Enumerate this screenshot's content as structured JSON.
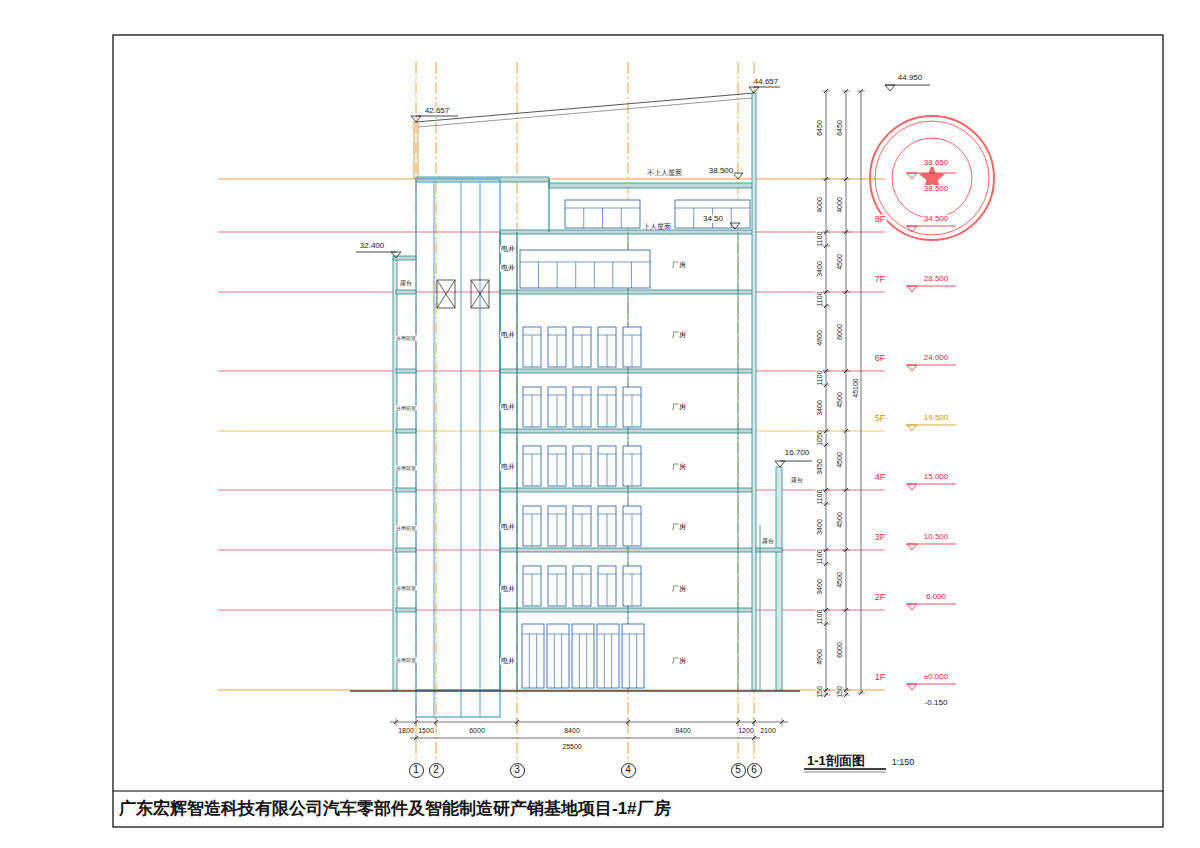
{
  "diagram": {
    "title": "1-1剖面图",
    "caption": "广东宏辉智造科技有限公司汽车零部件及智能制造研产销基地项目-1#厂房",
    "nodes": [
      {
        "text": [
          "1"
        ]
      },
      {
        "text": [
          "2"
        ]
      },
      {
        "text": [
          "3"
        ]
      },
      {
        "text": [
          "4"
        ]
      },
      {
        "text": [
          "5"
        ]
      },
      {
        "text": [
          "6"
        ]
      }
    ],
    "labels": [
      "42.657",
      "44.657",
      "44.950",
      "32.400",
      "露台",
      "不上人屋面",
      "38.500",
      "上人屋面",
      "34.50",
      "38.650",
      "38.500",
      "8F",
      "34.500",
      "7F",
      "28.500",
      "6F",
      "24.000",
      "5F",
      "19.500",
      "4F",
      "15.000",
      "3F",
      "10.500",
      "2F",
      "6.000",
      "1F",
      "±0.000",
      "-0.150",
      "16.700",
      "露台",
      "露台",
      "合用前室",
      "合用前室",
      "合用前室",
      "合用前室",
      "合用前室",
      "合用前室",
      "电井",
      "电井",
      "电井",
      "电井",
      "电井",
      "电井",
      "电井",
      "电井",
      "厂房",
      "厂房",
      "厂房",
      "厂房",
      "厂房",
      "厂房",
      "厂房",
      "6450",
      "4000",
      "1100",
      "3400",
      "1100",
      "4900",
      "1100",
      "3400",
      "1050",
      "3450",
      "1100",
      "3400",
      "1100",
      "3400",
      "1100",
      "4900",
      "150",
      "6450",
      "4000",
      "4500",
      "6000",
      "4500",
      "4500",
      "4500",
      "4500",
      "6000",
      "150",
      "45100",
      "1800",
      "1500",
      "6000",
      "8400",
      "8400",
      "1200",
      "2100",
      "25500",
      "1:150"
    ]
  }
}
